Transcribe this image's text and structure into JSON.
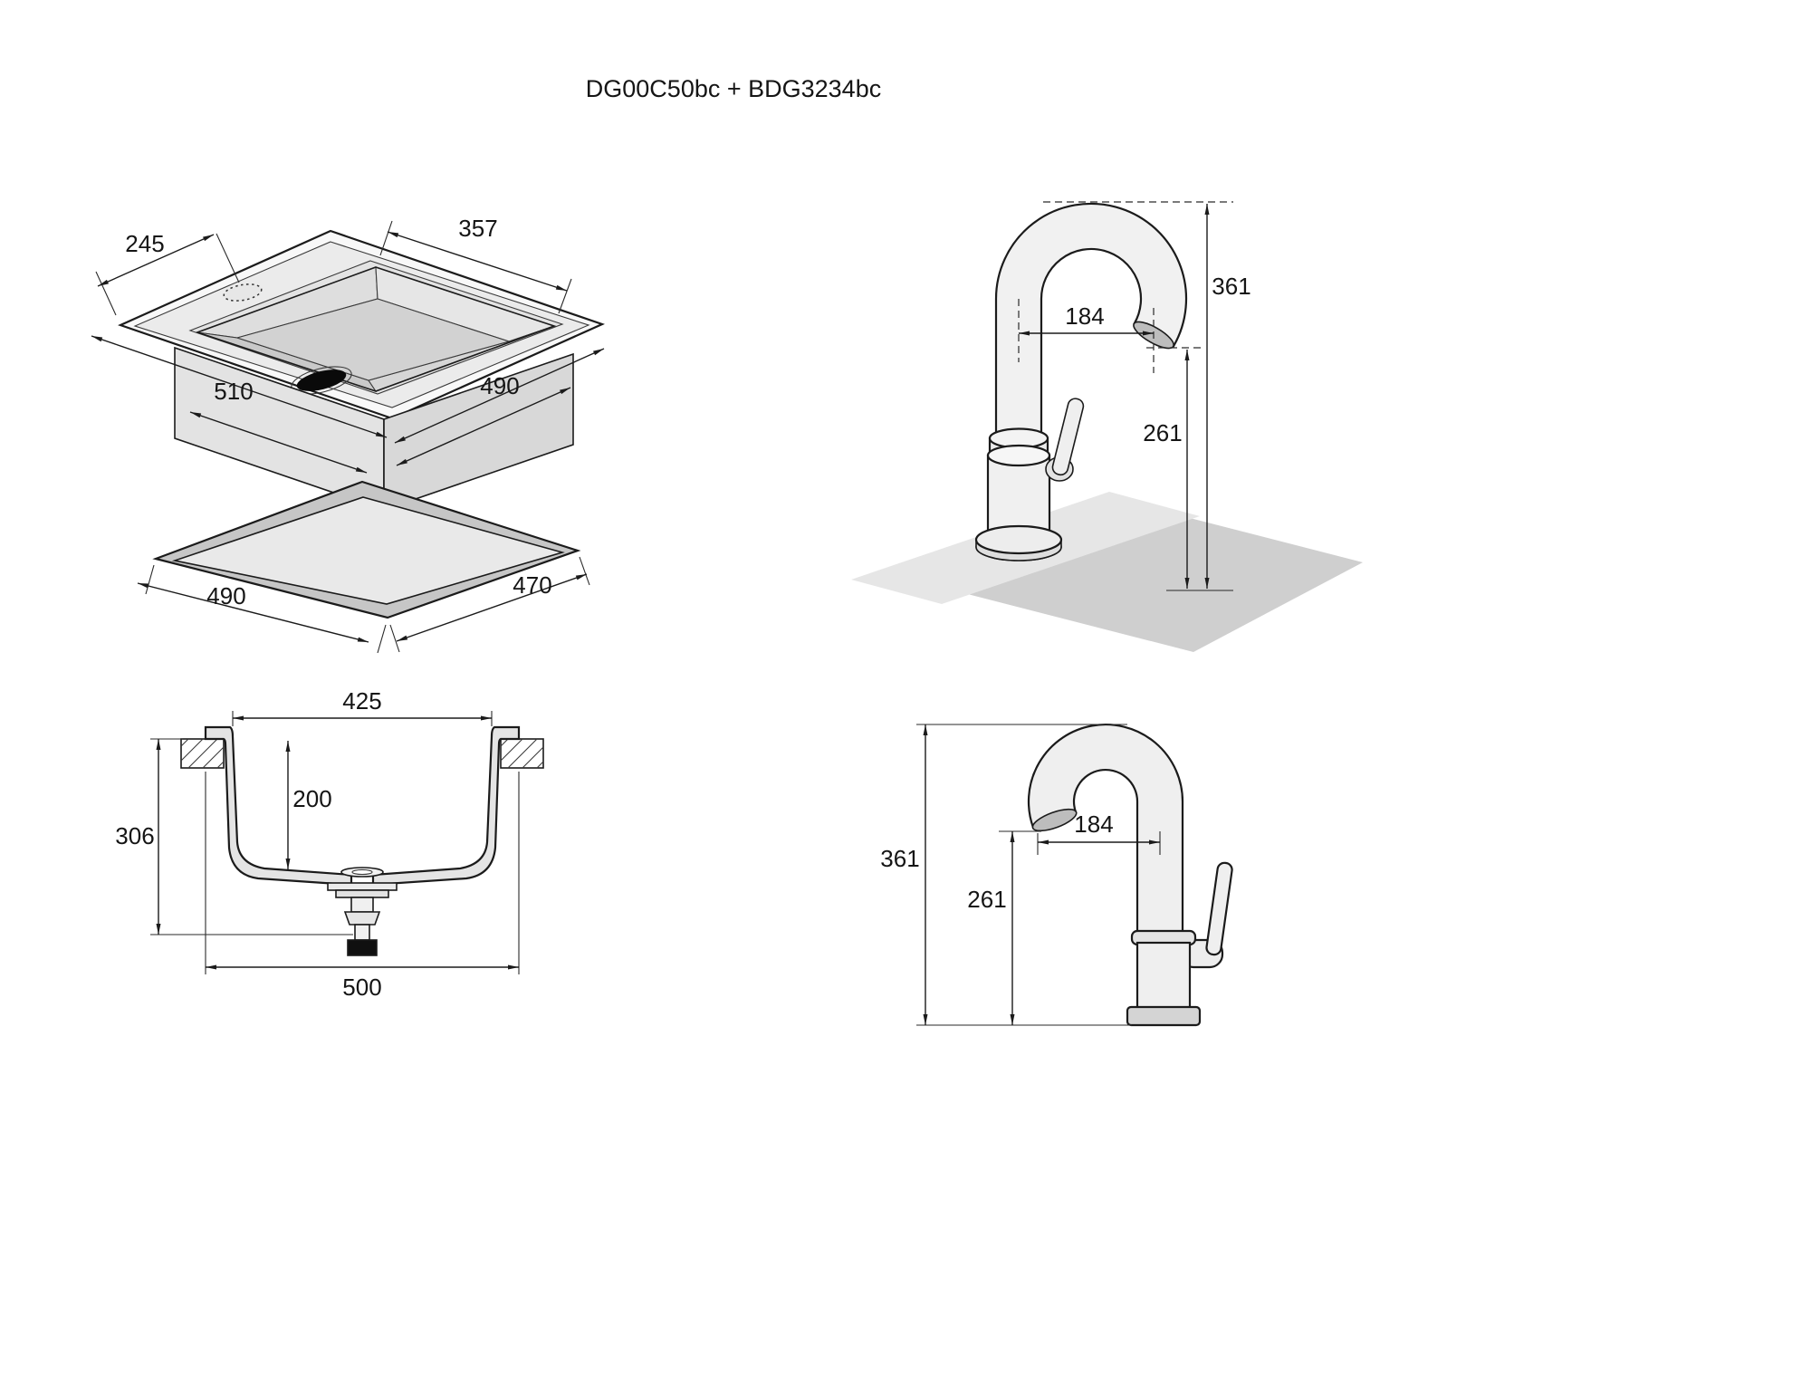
{
  "title": "DG00C50bc + BDG3234bc",
  "colors": {
    "background": "#ffffff",
    "line": "#1b1b1b",
    "fill_light": "#ececec",
    "fill_mid": "#cfcfcf",
    "drain": "#0a0a0a"
  },
  "dims": {
    "sink_iso": {
      "tap_offset": "245",
      "bowl_top": "357",
      "outer_length": "510",
      "outer_width": "490"
    },
    "cutout": {
      "length": "490",
      "width": "470"
    },
    "faucet_iso": {
      "reach": "184",
      "total_height": "361",
      "spout_height": "261"
    },
    "section": {
      "bowl_width": "425",
      "bowl_depth": "200",
      "height": "306",
      "base_width": "500"
    },
    "faucet_side": {
      "reach": "184",
      "total_height": "361",
      "spout_height": "261"
    }
  }
}
